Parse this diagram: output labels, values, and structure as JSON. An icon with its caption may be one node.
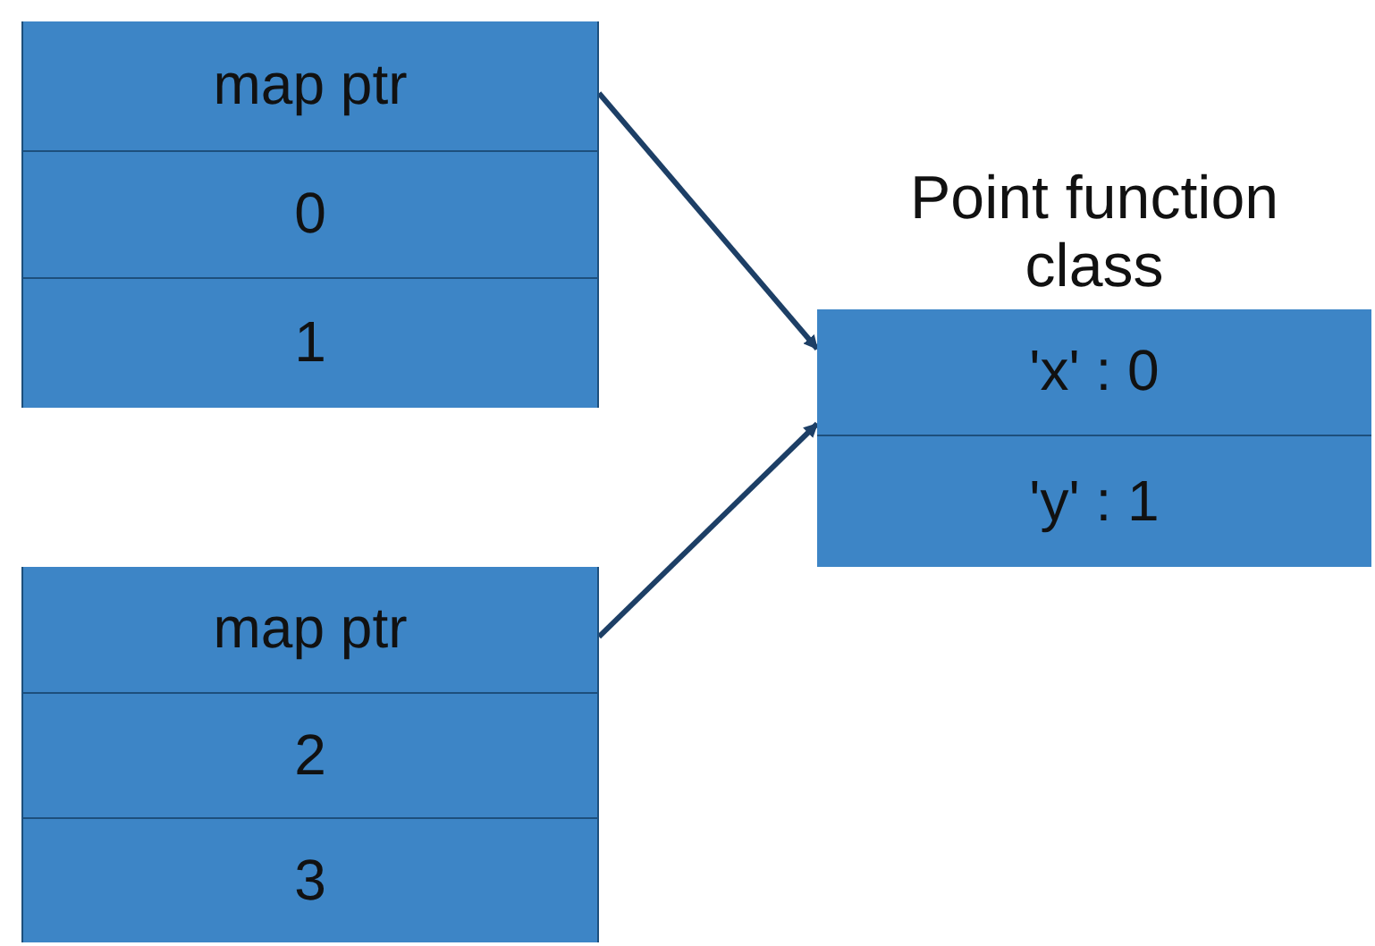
{
  "diagram": {
    "nodes": [
      {
        "text": [],
        "shape": "box"
      },
      {
        "text": [
          "map ptr"
        ],
        "in": 0
      },
      {
        "text": [
          "0"
        ],
        "in": 0
      },
      {
        "text": [
          "1"
        ],
        "in": 0
      },
      {
        "text": [],
        "shape": "box"
      },
      {
        "text": [
          "map ptr"
        ],
        "in": 4
      },
      {
        "text": [
          "2"
        ],
        "in": 4
      },
      {
        "text": [
          "3"
        ],
        "in": 4
      },
      {
        "text": [
          "Point function class"
        ]
      },
      {
        "text": [
          "'x' : 0"
        ],
        "in": 8
      },
      {
        "text": [
          "'y' : 1"
        ],
        "in": 8
      }
    ],
    "edges": [
      {
        "from": 1,
        "to": 8,
        "arrow": "to"
      },
      {
        "from": 5,
        "to": 8,
        "arrow": "to"
      }
    ]
  }
}
